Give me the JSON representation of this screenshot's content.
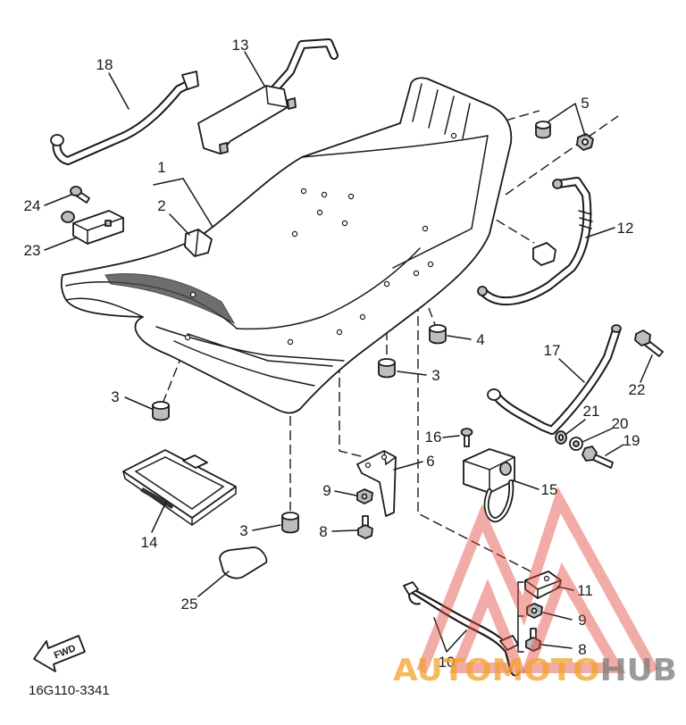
{
  "callouts": [
    "18",
    "13",
    "1",
    "2",
    "24",
    "23",
    "5",
    "12",
    "4",
    "3",
    "3",
    "17",
    "22",
    "21",
    "20",
    "19",
    "16",
    "6",
    "15",
    "9",
    "8",
    "3",
    "14",
    "25",
    "11",
    "9",
    "8",
    "10"
  ],
  "fwd_label": "FWD",
  "drawing_number": "16G110-3341",
  "watermark": {
    "auto": "AUTO",
    "moto": "MOTO",
    "hub": "HUB",
    "color_orange": "#f2a22a",
    "color_gray": "#7a7a7a",
    "color_red": "#e2463f"
  }
}
